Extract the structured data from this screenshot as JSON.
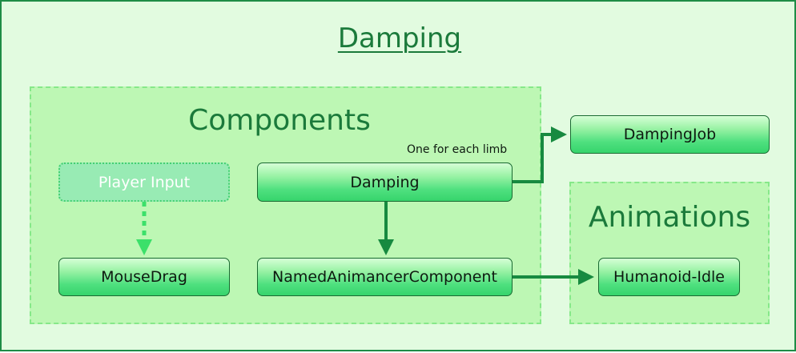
{
  "title": "Damping",
  "groups": {
    "components": "Components",
    "animations": "Animations"
  },
  "nodes": {
    "player_input": "Player Input",
    "mouse_drag": "MouseDrag",
    "damping": "Damping",
    "damping_job": "DampingJob",
    "named_animancer": "NamedAnimancerComponent",
    "humanoid_idle": "Humanoid-Idle"
  },
  "note": "One for each limb",
  "colors": {
    "background": "#e2fbe0",
    "frame_border": "#1e8c46",
    "group_fill": "#bdf7b4",
    "group_border": "#86e889",
    "text_green": "#1b7a3b",
    "arrow": "#178a40",
    "dashed_arrow": "#3ce06a"
  }
}
